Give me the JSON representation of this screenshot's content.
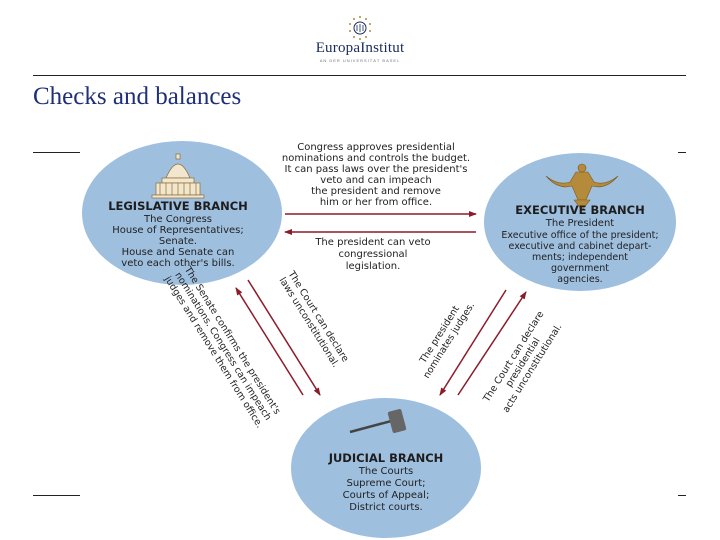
{
  "logo": {
    "name": "EuropaInstitut",
    "tagline": "AN DER UNIVERSITÄT BASEL"
  },
  "slide": {
    "title": "Checks and balances"
  },
  "colors": {
    "circle": "#9fbfdf",
    "arrow": "#8c1c2a",
    "title": "#1f2f7a"
  },
  "diagram": {
    "legislative": {
      "title": "LEGISLATIVE BRANCH",
      "lines": [
        "The Congress",
        "House of Representatives;",
        "Senate.",
        "House and Senate can",
        "veto each other's bills."
      ]
    },
    "executive": {
      "title": "EXECUTIVE BRANCH",
      "lines": [
        "The President",
        "Executive office of the president;",
        "executive and cabinet depart-",
        "ments; independent",
        "government",
        "agencies."
      ]
    },
    "judicial": {
      "title": "JUDICIAL BRANCH",
      "lines": [
        "The  Courts",
        "Supreme Court;",
        "Courts of Appeal;",
        "District courts."
      ]
    },
    "congress_checks": [
      "Congress approves presidential",
      "nominations and controls the budget.",
      "It can pass laws over the president's",
      "veto and can impeach",
      "the president and remove",
      "him or her from office."
    ],
    "president_checks": [
      "The president can veto",
      "congressional",
      "legislation."
    ],
    "senate_checks": [
      "The Senate confirms the president's",
      "nominations. Congress can impeach",
      "judges and remove them from office."
    ],
    "court_congress": [
      "The Court can declare",
      "laws unconstitutional."
    ],
    "president_judges": [
      "The president",
      "nominates judges."
    ],
    "court_president": [
      "The Court can declare",
      "presidential",
      "acts unconstitutional."
    ]
  }
}
